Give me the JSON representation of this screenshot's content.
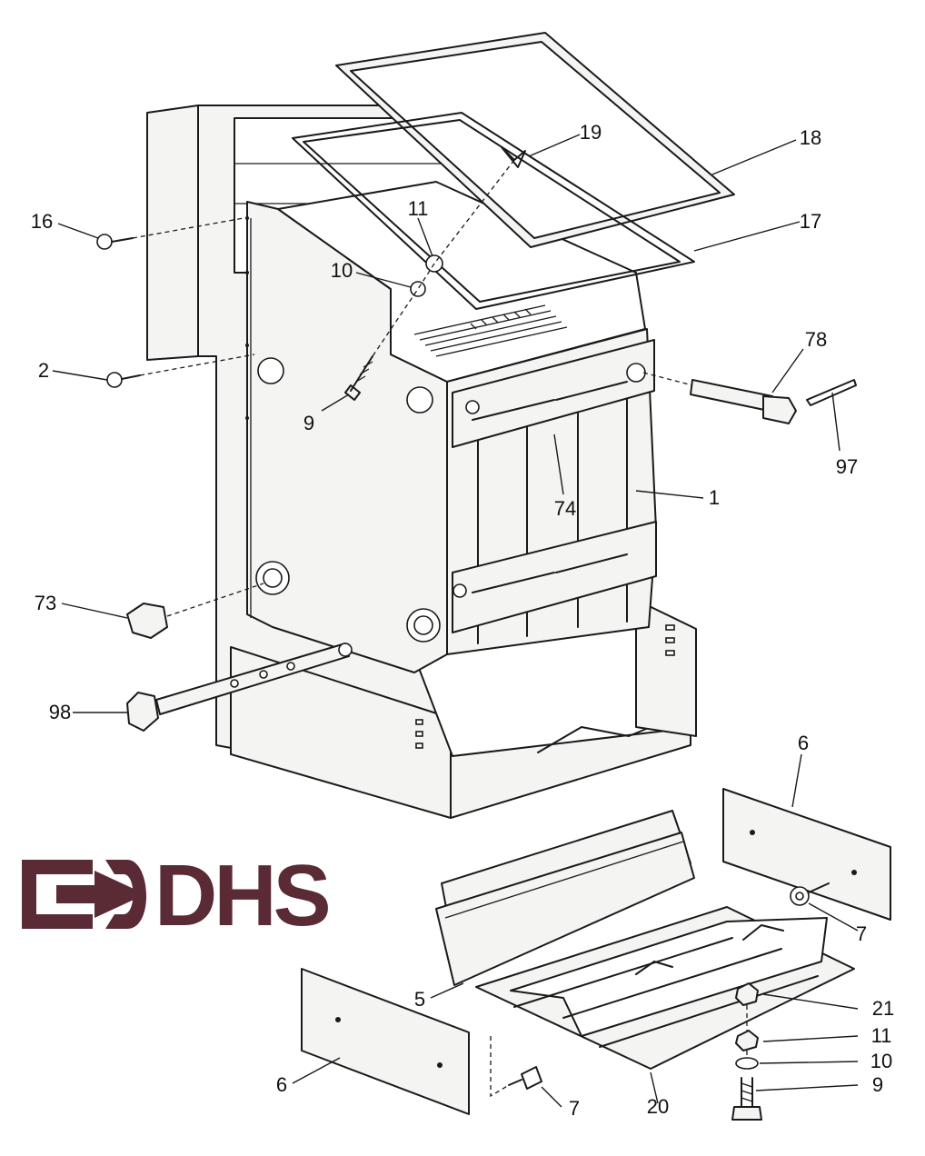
{
  "logo": {
    "text": "DHS",
    "color": "#5a2a35"
  },
  "callouts": [
    {
      "id": "19",
      "label": "19"
    },
    {
      "id": "18",
      "label": "18"
    },
    {
      "id": "17",
      "label": "17"
    },
    {
      "id": "16",
      "label": "16"
    },
    {
      "id": "11a",
      "label": "11"
    },
    {
      "id": "10a",
      "label": "10"
    },
    {
      "id": "2",
      "label": "2"
    },
    {
      "id": "9a",
      "label": "9"
    },
    {
      "id": "78",
      "label": "78"
    },
    {
      "id": "97",
      "label": "97"
    },
    {
      "id": "74",
      "label": "74"
    },
    {
      "id": "1",
      "label": "1"
    },
    {
      "id": "73",
      "label": "73"
    },
    {
      "id": "98",
      "label": "98"
    },
    {
      "id": "6a",
      "label": "6"
    },
    {
      "id": "7a",
      "label": "7"
    },
    {
      "id": "21",
      "label": "21"
    },
    {
      "id": "11b",
      "label": "11"
    },
    {
      "id": "10b",
      "label": "10"
    },
    {
      "id": "9b",
      "label": "9"
    },
    {
      "id": "5",
      "label": "5"
    },
    {
      "id": "6b",
      "label": "6"
    },
    {
      "id": "7b",
      "label": "7"
    },
    {
      "id": "20",
      "label": "20"
    }
  ]
}
